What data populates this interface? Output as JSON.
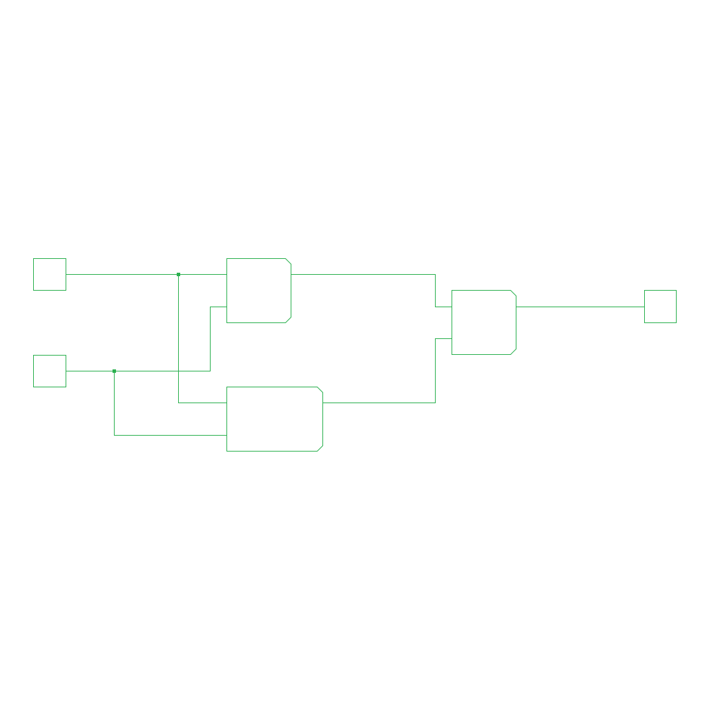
{
  "diagram": {
    "kind": "logic-circuit",
    "colors": {
      "background": "#ffffff",
      "stroke": "#2bb04f"
    },
    "inputs": [
      {
        "id": "input-1"
      },
      {
        "id": "input-2"
      }
    ],
    "gates": [
      {
        "id": "gate-1"
      },
      {
        "id": "gate-2"
      },
      {
        "id": "gate-3"
      }
    ],
    "outputs": [
      {
        "id": "output-1"
      }
    ]
  }
}
